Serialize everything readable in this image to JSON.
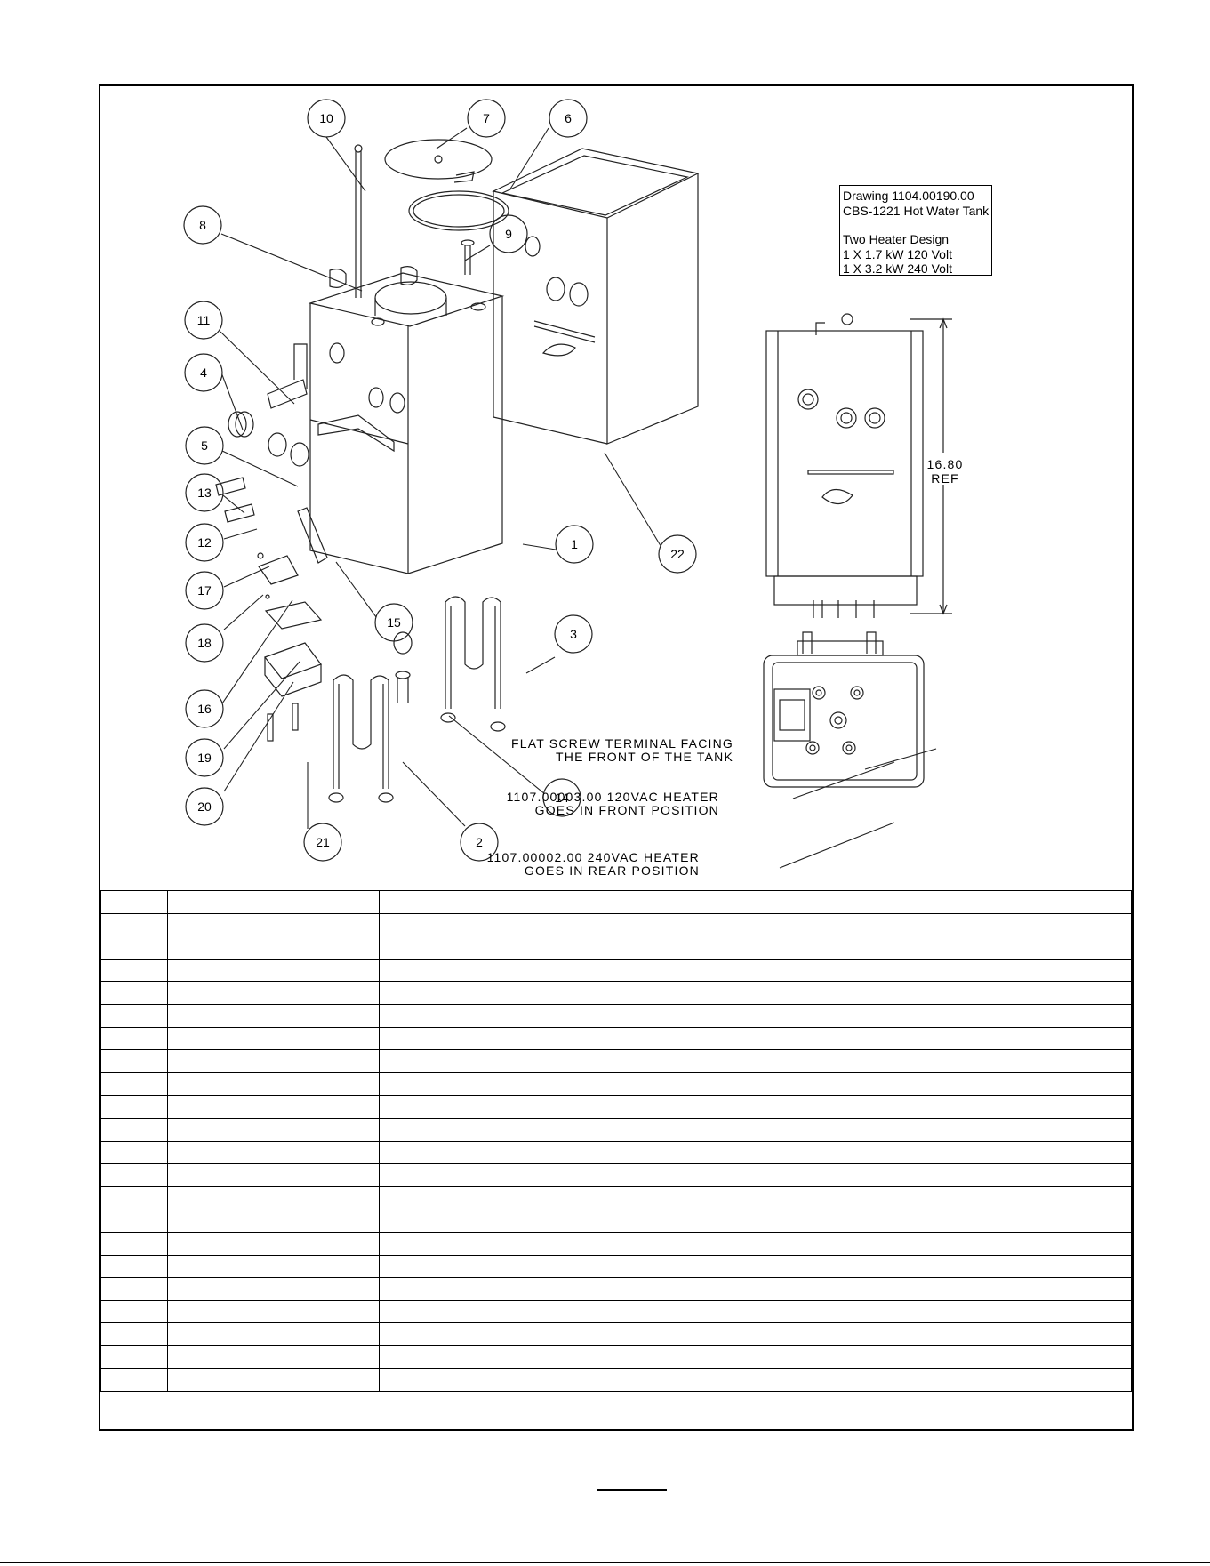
{
  "info_box": {
    "line1": "Drawing 1104.00190.00",
    "line2": "CBS-1221 Hot Water Tank",
    "line3": "Two Heater Design",
    "line4": "1 X 1.7 kW 120 Volt",
    "line5": "1 X 3.2 kW 240 Volt"
  },
  "balloons": [
    "10",
    "7",
    "6",
    "8",
    "9",
    "11",
    "4",
    "5",
    "13",
    "12",
    "17",
    "18",
    "16",
    "19",
    "20",
    "21",
    "2",
    "14",
    "3",
    "15",
    "1",
    "22"
  ],
  "dimension": {
    "value": "16.80",
    "ref": "REF"
  },
  "callouts": {
    "flat_screw_line1": "FLAT SCREW TERMINAL FACING",
    "flat_screw_line2": "THE FRONT OF THE TANK",
    "heater120_line1": "1107.00003.00 120VAC HEATER",
    "heater120_line2": "GOES IN FRONT POSITION",
    "heater240_line1": "1107.00002.00 240VAC HEATER",
    "heater240_line2": "GOES IN REAR POSITION"
  },
  "parts_table": {
    "rows": 22,
    "columns": 4
  }
}
